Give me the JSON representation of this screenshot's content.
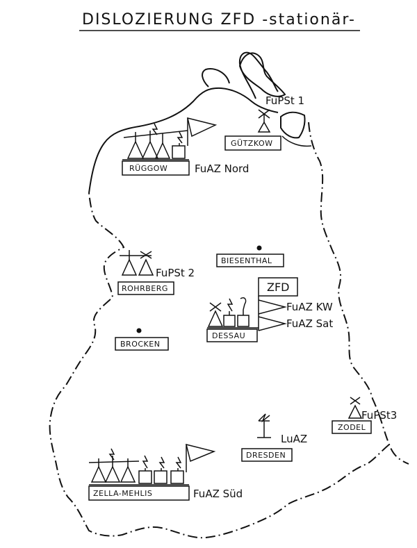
{
  "title": "DISLOZIERUNG  ZFD -stationär-",
  "labels": {
    "fupst1": "FuPSt 1",
    "fupst2": "FuPSt 2",
    "fupst3": "FuPSt3",
    "fuaz_nord": "FuAZ Nord",
    "fuaz_kw": "FuAZ KW",
    "fuaz_sat": "FuAZ Sat",
    "fuaz_sued": "FuAZ Süd",
    "luaz": "LuAZ",
    "zfd": "ZFD"
  },
  "places": {
    "guetzkow": "GÜTZKOW",
    "rueggow": "RÜGGOW",
    "rohrberg": "ROHRBERG",
    "biesenthal": "BIESENTHAL",
    "dessau": "DESSAU",
    "brocken": "BROCKEN",
    "zodel": "ZODEL",
    "dresden": "DRESDEN",
    "zella_mehlis": "ZELLA-MEHLIS"
  },
  "icons": [
    "radio-tower-icon",
    "antenna-icon",
    "pennant-flag-icon",
    "station-dot-icon",
    "windmill-antenna-icon"
  ]
}
